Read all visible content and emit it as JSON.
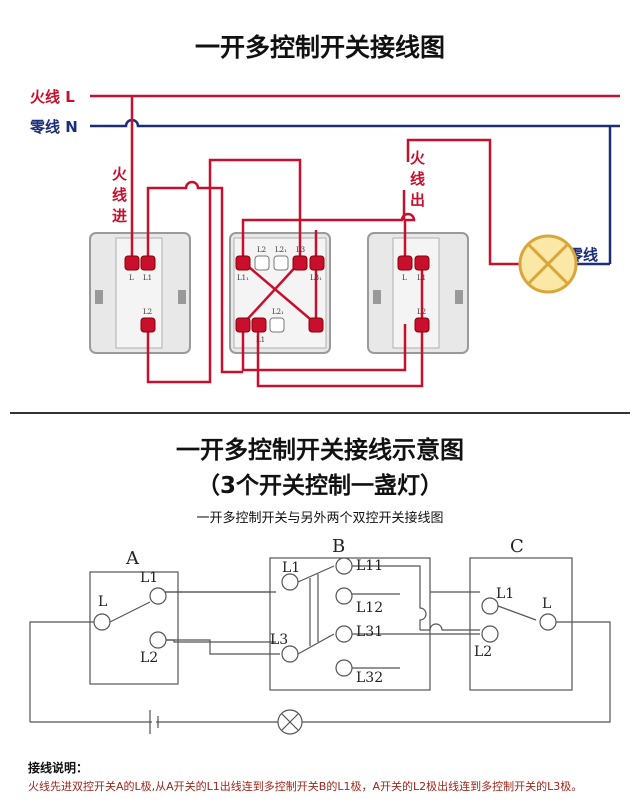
{
  "top": {
    "title": "一开多控制开关接线图",
    "live_label": "火线",
    "live_letter": "L",
    "neutral_label": "零线",
    "neutral_letter": "N",
    "live_in_label": [
      "火",
      "线",
      "进"
    ],
    "live_out_label": [
      "火",
      "线",
      "出"
    ],
    "lamp_neutral_label": "零线",
    "switch_a_terminals": [
      "L",
      "L1",
      "L2"
    ],
    "switch_b_terminals": [
      "L2",
      "L2₁",
      "L3",
      "L1₁",
      "L3₁",
      "L1",
      "L2₁"
    ],
    "switch_c_terminals": [
      "L",
      "L1",
      "L2"
    ]
  },
  "bottom": {
    "title_line1": "一开多控制开关接线示意图",
    "title_line2": "（3个开关控制一盏灯）",
    "subtitle": "一开多控制开关与另外两个双控开关接线图",
    "box_a": {
      "name": "A",
      "terms": [
        "L",
        "L1",
        "L2"
      ]
    },
    "box_b": {
      "name": "B",
      "terms": [
        "L1",
        "L11",
        "L12",
        "L3",
        "L31",
        "L32"
      ]
    },
    "box_c": {
      "name": "C",
      "terms": [
        "L1",
        "L",
        "L2"
      ]
    },
    "notes_title": "接线说明：",
    "notes_text": "火线先进双控开关A的L极,从A开关的L1出线连到多控制开关B的L1极，A开关的L2极出线连到多控制开关的L3极。"
  },
  "colors": {
    "live": "#c8102e",
    "neutral": "#1c2e7a",
    "diagram_line": "#555555",
    "separator": "#333333"
  }
}
